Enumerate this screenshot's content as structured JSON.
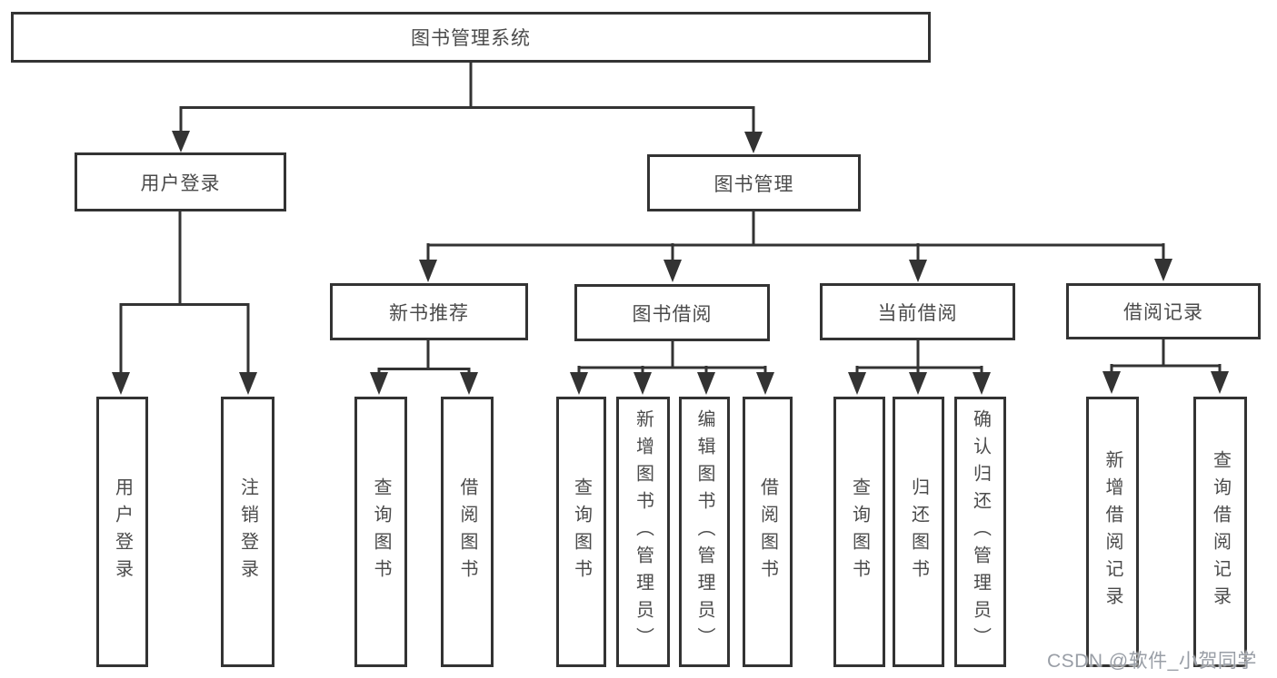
{
  "diagram": {
    "tree": {
      "root": "图书管理系统",
      "branches": [
        {
          "label": "用户登录",
          "children": [
            "用户登录",
            "注销登录"
          ]
        },
        {
          "label": "图书管理",
          "groups": [
            {
              "label": "新书推荐",
              "children": [
                "查询图书",
                "借阅图书"
              ]
            },
            {
              "label": "图书借阅",
              "children": [
                "查询图书",
                "新增图书（管理员）",
                "编辑图书（管理员）",
                "借阅图书"
              ]
            },
            {
              "label": "当前借阅",
              "children": [
                "查询图书",
                "归还图书",
                "确认归还（管理员）"
              ]
            },
            {
              "label": "借阅记录",
              "children": [
                "新增借阅记录",
                "查询借阅记录"
              ]
            }
          ]
        }
      ]
    },
    "line_color": "#333333",
    "text_color": "#4b4b4b",
    "background_color": "#ffffff"
  },
  "watermark": "CSDN @软件_小贺同学"
}
